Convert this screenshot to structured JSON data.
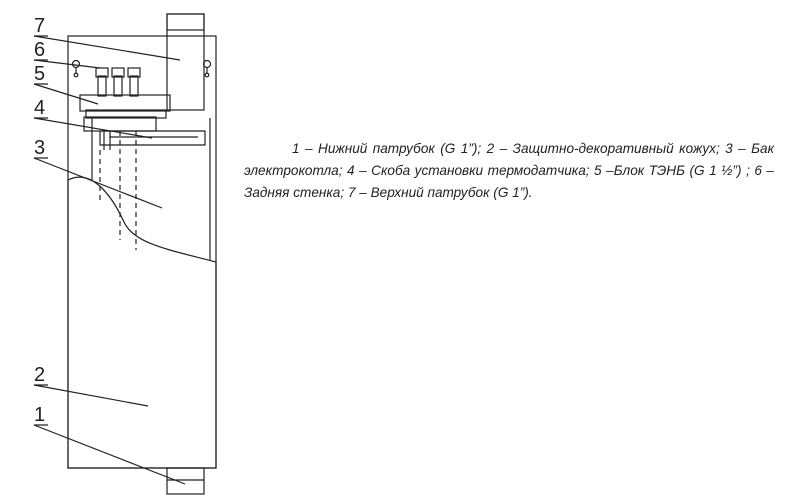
{
  "diagram": {
    "callouts": [
      "1",
      "2",
      "3",
      "4",
      "5",
      "6",
      "7"
    ]
  },
  "legend": {
    "text": "1 – Нижний патрубок (G 1”); 2 – Защитно-декоративный кожух; 3 – Бак электрокотла; 4 – Скоба установки термодатчика; 5 –Блок ТЭНБ (G 1 ½”) ; 6 – Задняя стенка; 7 – Верхний патрубок (G 1”)."
  },
  "colors": {
    "line": "#222222",
    "background": "#ffffff"
  }
}
